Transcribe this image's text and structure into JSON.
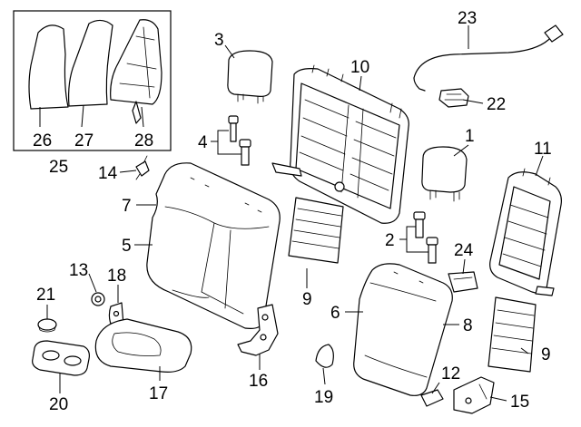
{
  "callouts": {
    "c1": "1",
    "c2": "2",
    "c3": "3",
    "c4": "4",
    "c5": "5",
    "c6": "6",
    "c7": "7",
    "c8": "8",
    "c9a": "9",
    "c9b": "9",
    "c10": "10",
    "c11": "11",
    "c12": "12",
    "c13": "13",
    "c14": "14",
    "c15": "15",
    "c16": "16",
    "c17": "17",
    "c18": "18",
    "c19": "19",
    "c20": "20",
    "c21": "21",
    "c22": "22",
    "c23": "23",
    "c24": "24",
    "c25": "25",
    "c26": "26",
    "c27": "27",
    "c28": "28"
  }
}
